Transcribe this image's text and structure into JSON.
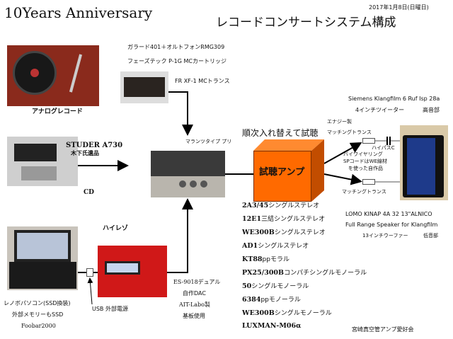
{
  "header": {
    "title": "10Years Anniversary",
    "date": "2017年1月8日(日曜日)",
    "subtitle": "レコードコンサートシステム構成"
  },
  "analog": {
    "turntable": "ガラード401＋オルトフォンRMG309",
    "cartridge": "フェーズテック  P-1G  MCカートリッジ",
    "transformer": "FR    XF-1 MCトランス",
    "label": "アナログレコード"
  },
  "cd": {
    "model": "STUDER A730",
    "note": "木下氏遺品",
    "label": "CD"
  },
  "preamp": {
    "label": "マランツタイプ  プリ"
  },
  "amp": {
    "heading": "順次入れ替えて試聴",
    "box": "試聴アンプ",
    "list": [
      {
        "tube": "2A3/45",
        "desc": "シングルステレオ"
      },
      {
        "tube": "12E1",
        "desc": "三結シングルステレオ"
      },
      {
        "tube": "WE300B",
        "desc": "シングルステレオ"
      },
      {
        "tube": "AD1",
        "desc": "シングルステレオ"
      },
      {
        "tube": "KT88",
        "desc": "ppモラル"
      },
      {
        "tube": "PX25/300B",
        "desc": "コンパチシングルモノーラル"
      },
      {
        "tube": "50",
        "desc": "シングルモノーラル"
      },
      {
        "tube": "6384",
        "desc": "ppモノーラル"
      },
      {
        "tube": "WE300B",
        "desc": "シングルモノーラル"
      },
      {
        "tube": "LUXMAN-M06α",
        "desc": ""
      }
    ]
  },
  "speaker": {
    "tweeter": "Siemens Klangfilm 6 Ruf Isp 28a",
    "tweeter_type": "4インチツイーター",
    "high": "高音部",
    "trans_maker": "エナジー製",
    "trans1": "マッチングトランス",
    "highpass": "ハイパスC",
    "wiring": [
      "バイワイヤリング",
      "SPコードはWE線材",
      "を使った自作品"
    ],
    "trans2": "マッチングトランス",
    "woofer": "LOMO KINAP 4A 32 13\"ALNICO",
    "woofer_desc": "Full Range Speaker for Klangfilm",
    "woofer_type": "13インチウーファー",
    "low": "低音部"
  },
  "hires": {
    "label": "ハイレゾ",
    "pc": [
      "レノボパソコン(SSD換装)",
      "外部メモリーもSSD",
      "Foobar2000"
    ],
    "usb": "USB 外部電源",
    "dac": [
      "ES-9018デュアル",
      "自作DAC",
      "AIT-Labo製",
      "基板使用"
    ]
  },
  "footer": {
    "club": "宮崎真空管アンプ愛好会"
  }
}
